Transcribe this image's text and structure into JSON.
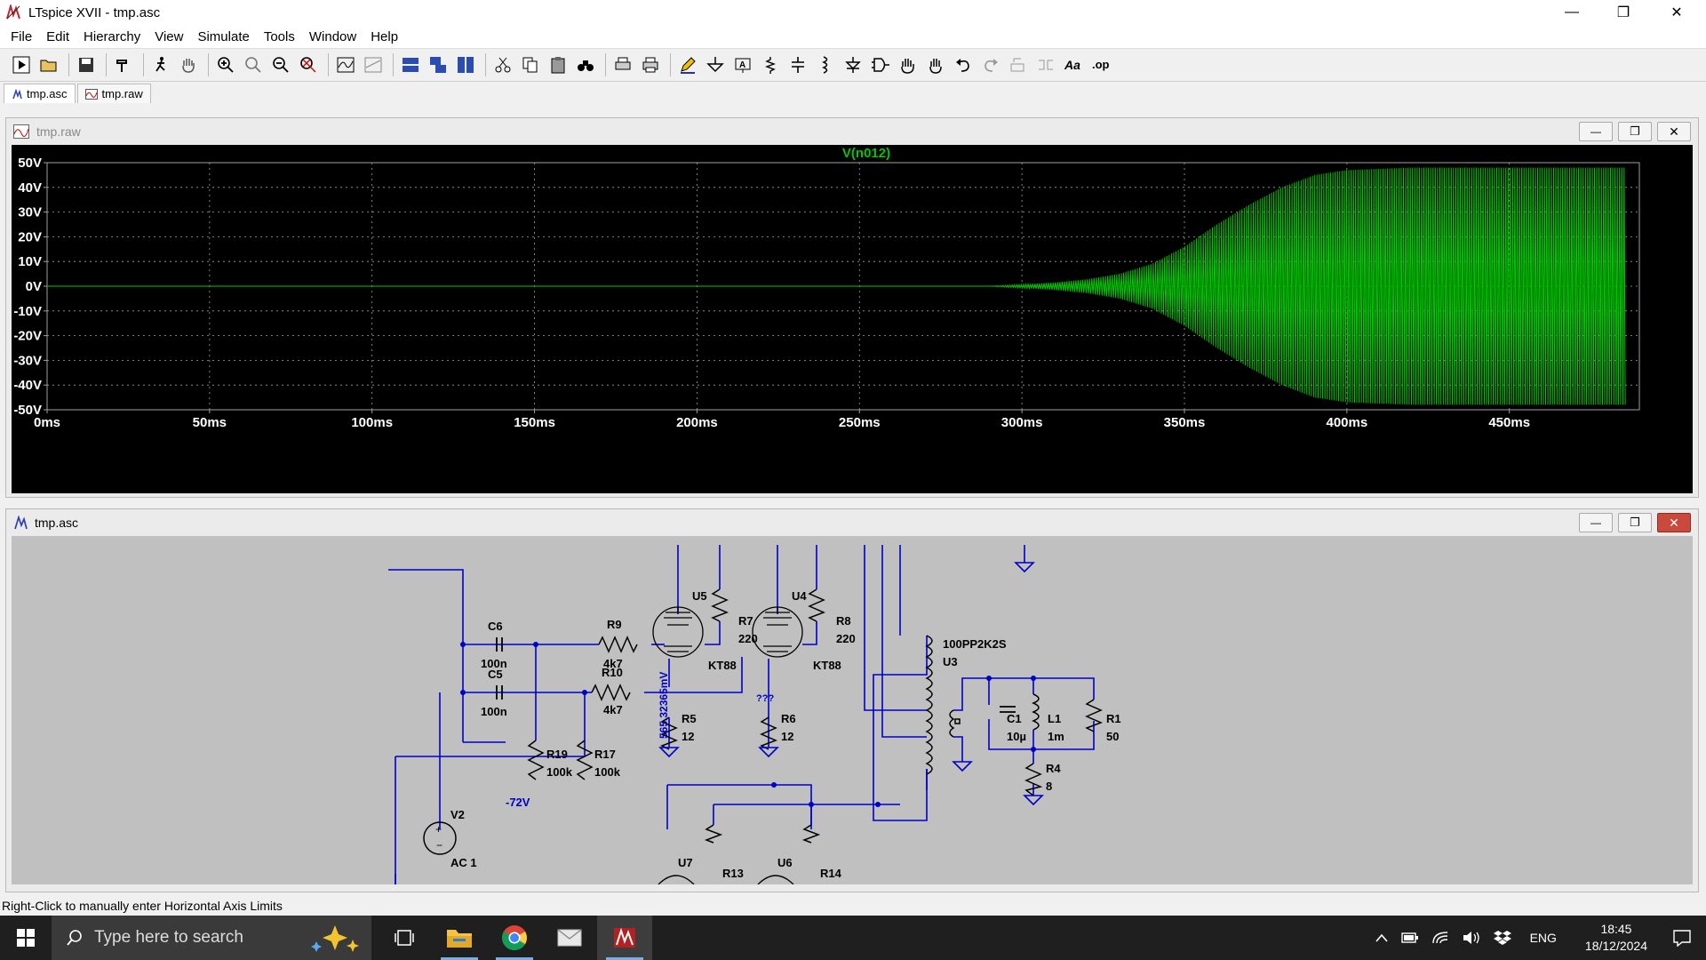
{
  "window": {
    "title": "LTspice XVII - tmp.asc"
  },
  "menu": [
    "File",
    "Edit",
    "Hierarchy",
    "View",
    "Simulate",
    "Tools",
    "Window",
    "Help"
  ],
  "tabs": [
    {
      "label": "tmp.asc"
    },
    {
      "label": "tmp.raw"
    }
  ],
  "plot_window": {
    "title": "tmp.raw"
  },
  "schematic_window": {
    "title": "tmp.asc"
  },
  "chart_data": {
    "type": "line",
    "title": "V(n012)",
    "xlim": [
      0,
      490
    ],
    "ylim": [
      -50,
      50
    ],
    "x_ticks": [
      "0ms",
      "50ms",
      "100ms",
      "150ms",
      "200ms",
      "250ms",
      "300ms",
      "350ms",
      "400ms",
      "450ms"
    ],
    "x_tick_values": [
      0,
      50,
      100,
      150,
      200,
      250,
      300,
      350,
      400,
      450
    ],
    "y_ticks": [
      "50V",
      "40V",
      "30V",
      "20V",
      "10V",
      "0V",
      "-10V",
      "-20V",
      "-30V",
      "-40V",
      "-50V"
    ],
    "y_tick_values": [
      50,
      40,
      30,
      20,
      10,
      0,
      -10,
      -20,
      -30,
      -40,
      -50
    ],
    "grid": true,
    "colors": {
      "background": "#000000",
      "trace": "#00c800",
      "grid": "#a0a0a0"
    },
    "series": [
      {
        "name": "V(n012)",
        "envelope": {
          "x": [
            0,
            290,
            300,
            310,
            320,
            330,
            340,
            350,
            360,
            370,
            380,
            390,
            400,
            410,
            420,
            490
          ],
          "y": [
            0,
            0,
            0.7,
            1.5,
            2.8,
            5,
            9,
            16,
            25,
            33,
            40,
            45,
            47,
            47.5,
            48,
            48
          ]
        }
      }
    ]
  },
  "schematic": {
    "components": [
      {
        "ref": "C6",
        "value": "100n"
      },
      {
        "ref": "C5",
        "value": "100n"
      },
      {
        "ref": "R9",
        "value": "4k7"
      },
      {
        "ref": "R10",
        "value": "4k7"
      },
      {
        "ref": "R19",
        "value": "100k"
      },
      {
        "ref": "R17",
        "value": "100k"
      },
      {
        "ref": "U5",
        "value": "KT88"
      },
      {
        "ref": "U4",
        "value": "KT88"
      },
      {
        "ref": "R7",
        "value": "220"
      },
      {
        "ref": "R8",
        "value": "220"
      },
      {
        "ref": "R5",
        "value": "12"
      },
      {
        "ref": "R6",
        "value": "12"
      },
      {
        "ref": "U3",
        "value": "100PP2K2S"
      },
      {
        "ref": "C1",
        "value": "10µ"
      },
      {
        "ref": "L1",
        "value": "1m"
      },
      {
        "ref": "R1",
        "value": "50"
      },
      {
        "ref": "R4",
        "value": "8"
      },
      {
        "ref": "V2",
        "value": "AC 1"
      },
      {
        "ref": "U7",
        "value": ""
      },
      {
        "ref": "U6",
        "value": ""
      },
      {
        "ref": "R13",
        "value": ""
      },
      {
        "ref": "R14",
        "value": ""
      }
    ],
    "annotations": {
      "bias": "-72V",
      "voltage": "565.32365mV",
      "unknown": "???"
    }
  },
  "status": "Right-Click to manually enter Horizontal Axis Limits",
  "taskbar": {
    "search_placeholder": "Type here to search",
    "language": "ENG",
    "time": "18:45",
    "date": "18/12/2024"
  }
}
